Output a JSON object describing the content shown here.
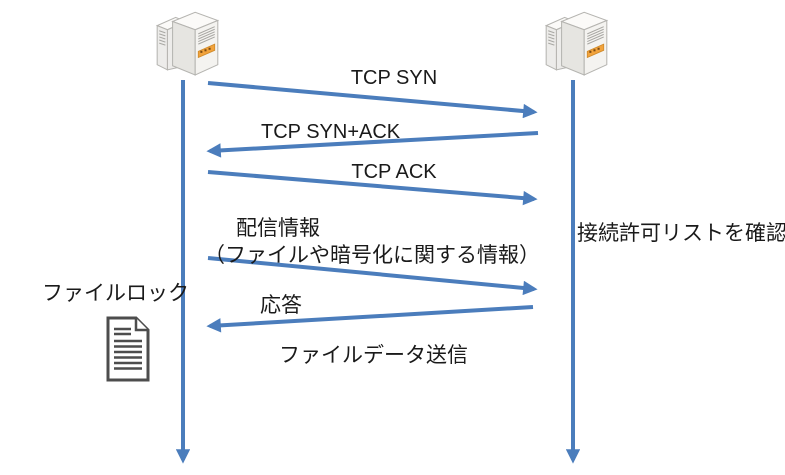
{
  "diagram": {
    "kind": "sequence-diagram",
    "nodes": {
      "left": {
        "icon": "server-icon"
      },
      "right": {
        "icon": "server-icon"
      }
    },
    "messages": [
      {
        "from": "left",
        "to": "right",
        "label": "TCP SYN"
      },
      {
        "from": "right",
        "to": "left",
        "label": "TCP SYN+ACK"
      },
      {
        "from": "left",
        "to": "right",
        "label": "TCP ACK"
      },
      {
        "from": "left",
        "to": "right",
        "label": "配信情報",
        "sublabel": "（ファイルや暗号化に関する情報）"
      },
      {
        "from": "right",
        "to": "left",
        "label": "応答"
      }
    ],
    "annotations": {
      "file_data_send": "ファイルデータ送信",
      "check_allowlist": "接続許可リストを確認",
      "file_lock": "ファイルロック"
    },
    "side_icons": {
      "left_document": "document-icon"
    }
  },
  "colors": {
    "accent-blue": "#4b7dbc",
    "text": "#1a1a1a",
    "server-orange": "#f2a33c",
    "icon-outline": "#b5b4b0",
    "doc-outline": "#4d4d4d"
  }
}
